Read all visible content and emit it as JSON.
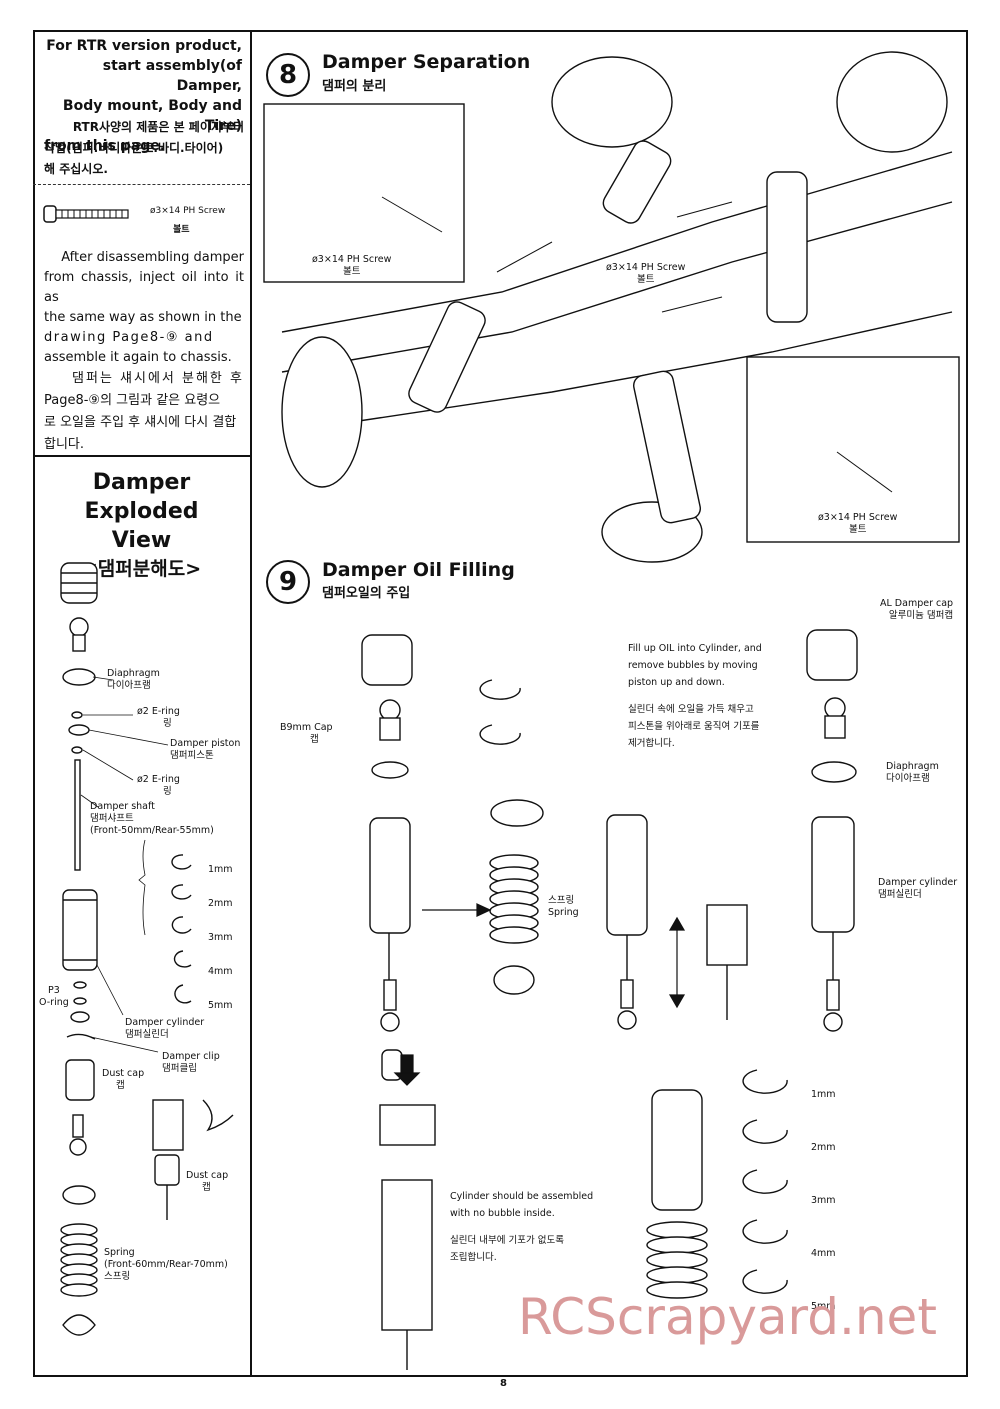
{
  "left_column": {
    "intro_en": [
      "For RTR version product,",
      "start assembly(of Damper,",
      "Body mount, Body and Tire)",
      "from this page."
    ],
    "intro_kr": [
      "RTR사양의 제품은 본 페이지부터",
      "작업(댐퍼.바디마운트.바디.타이어)",
      "해 주십시오."
    ],
    "screw_label": "ø3×14 PH Screw",
    "screw_label_kr": "볼트",
    "instructions_en": [
      "After disassembling damper",
      "from chassis, inject oil into it as",
      "the same way as shown in the",
      "drawing Page8-⑨ and",
      "assemble it again to chassis."
    ],
    "instructions_kr": [
      "댐퍼는 섀시에서 분해한 후",
      "Page8-⑨의 그림과 같은 요령으",
      "로 오일을 주입 후 섀시에 다시 결합",
      "합니다."
    ],
    "exploded_title": [
      "Damper Exploded",
      "View"
    ],
    "exploded_title_kr": "<댐퍼분해도>",
    "parts": {
      "diaphragm": "Diaphragm",
      "diaphragm_kr": "다이아프램",
      "ering1": "ø2 E-ring",
      "ering1_kr": "링",
      "piston": "Damper piston",
      "piston_kr": "댐퍼피스톤",
      "ering2": "ø2 E-ring",
      "ering2_kr": "링",
      "shaft": "Damper shaft",
      "shaft_kr": "댐퍼샤프트",
      "shaft_size": "(Front-50mm/Rear-55mm)",
      "sizes": [
        "1mm",
        "2mm",
        "3mm",
        "4mm",
        "5mm"
      ],
      "oring": "P3",
      "oring2": "O-ring",
      "cylinder": "Damper cylinder",
      "cylinder_kr": "댐퍼실린더",
      "clip": "Damper clip",
      "clip_kr": "댐퍼클립",
      "dust_cap": "Dust cap",
      "dust_cap_kr": "캡",
      "dust_cap2": "Dust cap",
      "dust_cap2_kr": "캡",
      "spring": "Spring",
      "spring_size": "(Front-60mm/Rear-70mm)",
      "spring_kr": "스프링"
    }
  },
  "step8": {
    "number": "8",
    "title": "Damper Separation",
    "title_kr": "댐퍼의 분리",
    "screw1": "ø3×14 PH Screw",
    "screw1_kr": "볼트",
    "screw2": "ø3×14 PH Screw",
    "screw2_kr": "볼트",
    "screw3": "ø3×14 PH Screw",
    "screw3_kr": "볼트"
  },
  "step9": {
    "number": "9",
    "title": "Damper Oil Filling",
    "title_kr": "댐퍼오일의 주입",
    "cap_label": "B9mm Cap",
    "cap_label_kr": "캡",
    "spring_kr": "스프링",
    "spring": "Spring",
    "fill_en": [
      "Fill up OIL into Cylinder, and",
      "remove bubbles by moving",
      "piston up and down."
    ],
    "fill_kr": [
      "실린더 속에 오일을 가득 채우고",
      "피스톤을 위아래로 움직여 기포를",
      "제거합니다."
    ],
    "al_cap": "AL Damper cap",
    "al_cap_kr": "알루미늄 댐퍼캡",
    "diaphragm": "Diaphragm",
    "diaphragm_kr": "다이아프램",
    "cylinder": "Damper cylinder",
    "cylinder_kr": "댐퍼실린더",
    "bubble_en": [
      "Cylinder should be assembled",
      "with no bubble inside."
    ],
    "bubble_kr": [
      "실린더 내부에 기포가 없도록",
      "조립합니다."
    ],
    "sizes": [
      "1mm",
      "2mm",
      "3mm",
      "4mm",
      "5mm"
    ]
  },
  "watermark": "RCScrapyard.net",
  "page_number": "8"
}
